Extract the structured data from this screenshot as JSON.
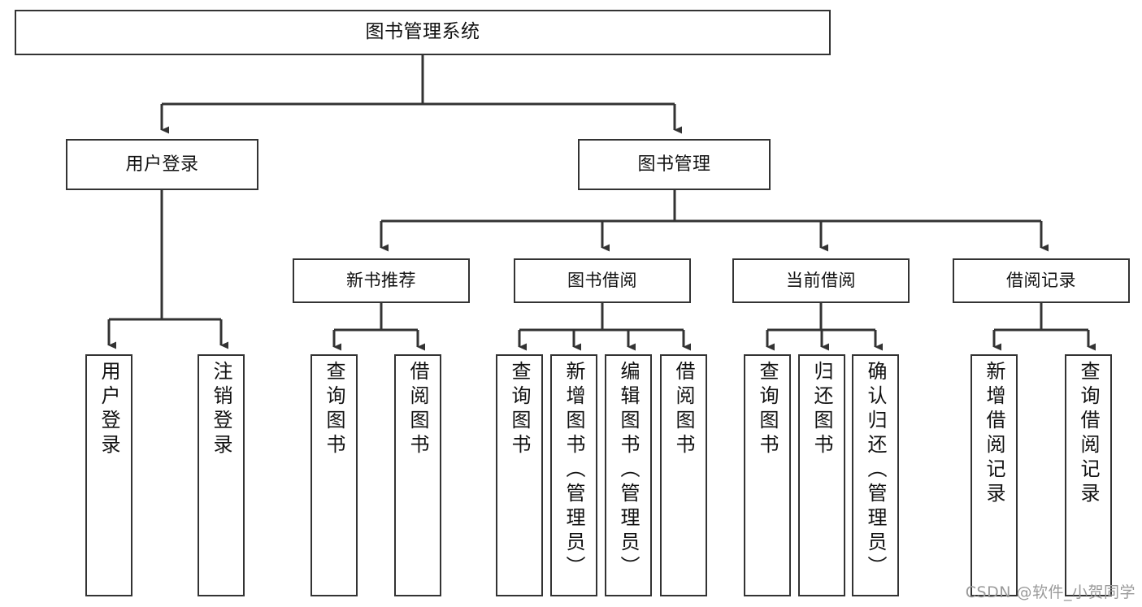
{
  "diagram": {
    "title": "图书管理系统",
    "type": "功能结构图",
    "watermark": "CSDN @软件_小贺同学",
    "colors": {
      "background": "#ffffff",
      "box_border": "#333333",
      "box_fill": "#ffffff",
      "connector": "#333333",
      "text": "#111111",
      "watermark": "#9a9a9a"
    },
    "nodes": {
      "root": {
        "label": "图书管理系统"
      },
      "level2": [
        {
          "id": "user-login",
          "label": "用户登录"
        },
        {
          "id": "book-manage",
          "label": "图书管理"
        }
      ],
      "level3": [
        {
          "id": "new-book-recommend",
          "label": "新书推荐"
        },
        {
          "id": "book-borrow",
          "label": "图书借阅"
        },
        {
          "id": "current-borrow",
          "label": "当前借阅"
        },
        {
          "id": "borrow-record",
          "label": "借阅记录"
        }
      ],
      "leaves": {
        "user-login": [
          {
            "id": "leaf-user-login",
            "label": "用户登录"
          },
          {
            "id": "leaf-logout-login",
            "label": "注销登录"
          }
        ],
        "new-book-recommend": [
          {
            "id": "leaf-query-book-1",
            "label": "查询图书"
          },
          {
            "id": "leaf-borrow-book-1",
            "label": "借阅图书"
          }
        ],
        "book-borrow": [
          {
            "id": "leaf-query-book-2",
            "label": "查询图书"
          },
          {
            "id": "leaf-add-book",
            "label": "新增图书（管理员）"
          },
          {
            "id": "leaf-edit-book",
            "label": "编辑图书（管理员）"
          },
          {
            "id": "leaf-borrow-book-2",
            "label": "借阅图书"
          }
        ],
        "current-borrow": [
          {
            "id": "leaf-query-book-3",
            "label": "查询图书"
          },
          {
            "id": "leaf-return-book",
            "label": "归还图书"
          },
          {
            "id": "leaf-confirm-return",
            "label": "确认归还（管理员）"
          }
        ],
        "borrow-record": [
          {
            "id": "leaf-add-record",
            "label": "新增借阅记录"
          },
          {
            "id": "leaf-query-record",
            "label": "查询借阅记录"
          }
        ]
      }
    }
  }
}
